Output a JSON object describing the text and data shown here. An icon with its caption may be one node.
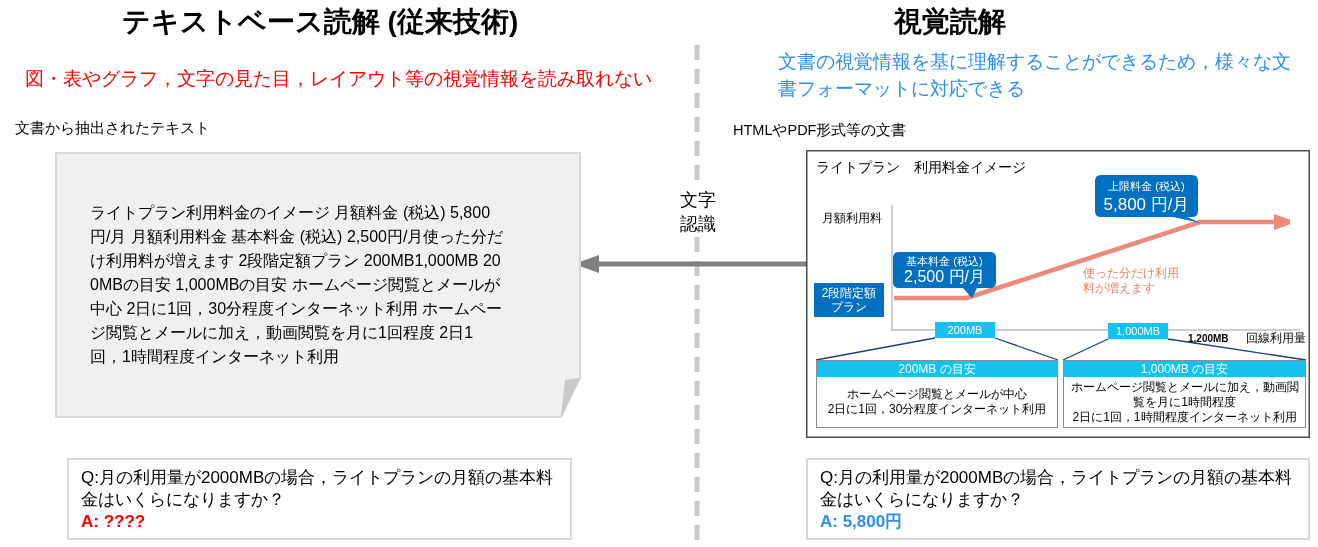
{
  "diagram": {
    "nodes": [
      {
        "text": [
          "ライトプラン利用料金のイメージ 月額料金 (税込) 5,800円/月 月額利用料金 基本料金 (税込) 2,500円/月使った分だけ利用料が増えます 2段階定額プラン 200MB1,000MB 200MBの目安 1,000MBの目安 ホームページ閲覧とメールが中心 2日に1回，30分程度インターネット利用 ホームページ閲覧とメールに加え，動画閲覧を月に1回程度 2日1回，1時間程度インターネット利用"
        ],
        "beside": [
          "文書から抽出されたテキスト"
        ]
      },
      {
        "text": [
          "ライトプラン　利用料金イメージ"
        ],
        "beside": [
          "HTMLやPDF形式等の文書"
        ]
      },
      {
        "text": [
          "上限料金 (税込)",
          "5,800 円/月"
        ],
        "in": 1
      },
      {
        "text": [
          "基本料金 (税込)",
          "2,500 円/月"
        ],
        "in": 1
      },
      {
        "text": [
          "2段階定額プラン"
        ],
        "in": 1
      },
      {
        "text": [
          "200MB"
        ],
        "in": 1
      },
      {
        "text": [
          "1,000MB"
        ],
        "in": 1
      },
      {
        "text": [
          "200MB の目安",
          "ホームページ閲覧とメールが中心",
          "2日に1回，30分程度インターネット利用"
        ],
        "in": 1
      },
      {
        "text": [
          "1,000MB の目安",
          "ホームページ閲覧とメールに加え，動画閲覧を月に1時間程度",
          "2日に1回，1時間程度インターネット利用"
        ],
        "in": 1
      },
      {
        "text": [
          "Q:月の利用量が2000MBの場合，ライトプランの月額の基本料金はいくらになりますか？",
          "A: ????"
        ]
      },
      {
        "text": [
          "Q:月の利用量が2000MBの場合，ライトプランの月額の基本料金はいくらになりますか？",
          "A: 5,800円"
        ]
      }
    ],
    "edges": [
      {
        "from": 1,
        "to": 0,
        "arrow": "to",
        "label": "文字認識",
        "style": "thick",
        "color": "#7f7f7f"
      },
      {
        "from": 5,
        "to": 7,
        "arrow": "none"
      },
      {
        "from": 5,
        "to": 7,
        "arrow": "none"
      },
      {
        "from": 6,
        "to": 8,
        "arrow": "none"
      },
      {
        "from": 6,
        "to": 8,
        "arrow": "none"
      }
    ],
    "labels": [
      "テキストベース読解 (従来技術)",
      "視覚読解",
      "図・表やグラフ，文字の見た目，レイアウト等の視覚情報を読み取れない",
      "文書の視覚情報を基に理解することができるため，様々な文書フォーマットに対応できる",
      "月額利用料",
      "使った分だけ利用料が増えます",
      "1,200MB",
      "回線利用量"
    ]
  }
}
